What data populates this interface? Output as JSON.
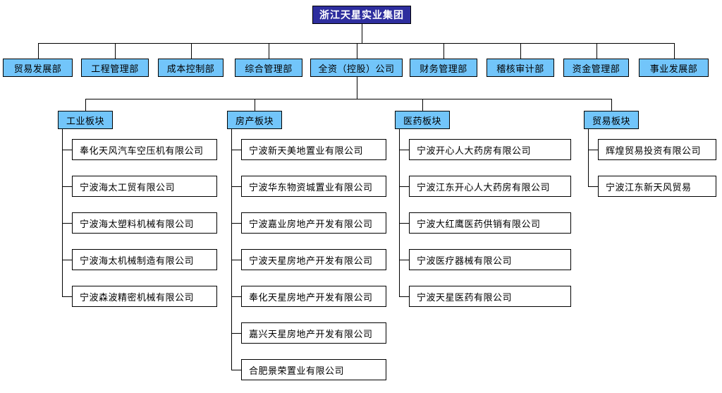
{
  "diagram": {
    "title": "浙江天星实业集团",
    "type": "organization-chart",
    "colors": {
      "root_fill": "#2E2E9E",
      "root_text": "#FFFFFF",
      "box_fill": "#72C5FA",
      "leaf_fill": "#FFFFFF",
      "border": "#000000",
      "text": "#000000"
    },
    "root": {
      "label": "浙江天星实业集团"
    },
    "departments": [
      {
        "label": "贸易发展部"
      },
      {
        "label": "工程管理部"
      },
      {
        "label": "成本控制部"
      },
      {
        "label": "综合管理部"
      },
      {
        "label": "全资（控股）公司"
      },
      {
        "label": "财务管理部"
      },
      {
        "label": "稽核审计部"
      },
      {
        "label": "资金管理部"
      },
      {
        "label": "事业发展部"
      }
    ],
    "sectors": [
      {
        "label": "工业板块",
        "companies": [
          {
            "label": "奉化天风汽车空压机有限公司"
          },
          {
            "label": "宁波海太工贸有限公司"
          },
          {
            "label": "宁波海太塑料机械有限公司"
          },
          {
            "label": "宁波海太机械制造有限公司"
          },
          {
            "label": "宁波森波精密机械有限公司"
          }
        ]
      },
      {
        "label": "房产板块",
        "companies": [
          {
            "label": "宁波新天美地置业有限公司"
          },
          {
            "label": "宁波华东物资城置业有限公司"
          },
          {
            "label": "宁波嘉业房地产开发有限公司"
          },
          {
            "label": "宁波天星房地产开发有限公司"
          },
          {
            "label": "奉化天星房地产开发有限公司"
          },
          {
            "label": "嘉兴天星房地产开发有限公司"
          },
          {
            "label": "合肥景荣置业有限公司"
          }
        ]
      },
      {
        "label": "医药板块",
        "companies": [
          {
            "label": "宁波开心人大药房有限公司"
          },
          {
            "label": "宁波江东开心人大药房有限公司"
          },
          {
            "label": "宁波大红鹰医药供销有限公司"
          },
          {
            "label": "宁波医疗器械有限公司"
          },
          {
            "label": "宁波天星医药有限公司"
          }
        ]
      },
      {
        "label": "贸易板块",
        "companies": [
          {
            "label": "辉煌贸易投资有限公司"
          },
          {
            "label": "宁波江东新天风贸易"
          }
        ]
      }
    ]
  }
}
